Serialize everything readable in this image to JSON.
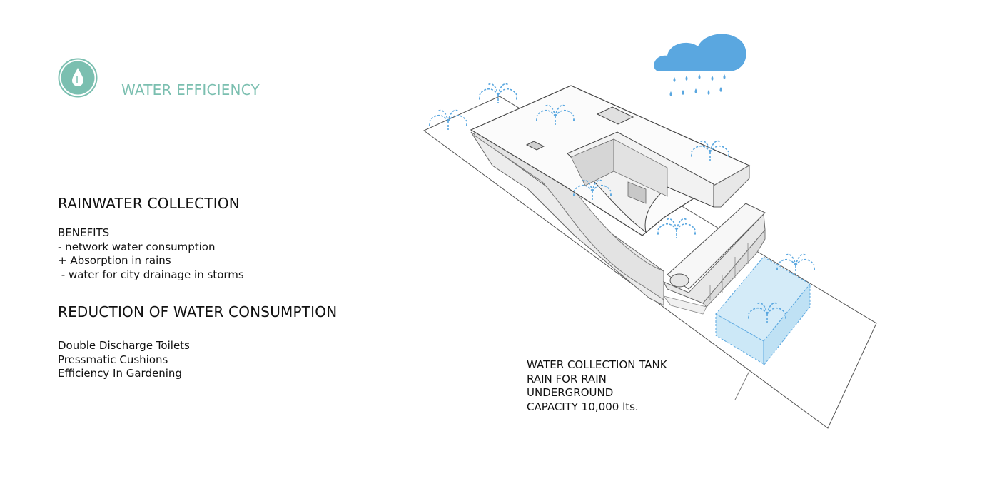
{
  "header": {
    "title": "WATER EFFICIENCY",
    "icon": "water-drop-icon",
    "accent_color": "#7bbfb0"
  },
  "rainwater": {
    "heading": "RAINWATER COLLECTION",
    "lines": [
      "BENEFITS",
      "- network water consumption",
      "+ Absorption in rains",
      " - water for city drainage in storms"
    ]
  },
  "reduction": {
    "heading": "REDUCTION OF WATER CONSUMPTION",
    "lines": [
      "Double Discharge Toilets",
      "Pressmatic Cushions",
      "Efficiency In Gardening"
    ]
  },
  "tank": {
    "lines": [
      "WATER COLLECTION TANK",
      "RAIN FOR RAIN",
      "UNDERGROUND",
      "CAPACITY 10,000 lts."
    ],
    "tank_color": "#cfe9f7"
  },
  "diagram": {
    "cloud_icon": "rain-cloud-icon",
    "sprinkler_icon": "sprinkler-icon",
    "water_color": "#5aa7e0"
  }
}
